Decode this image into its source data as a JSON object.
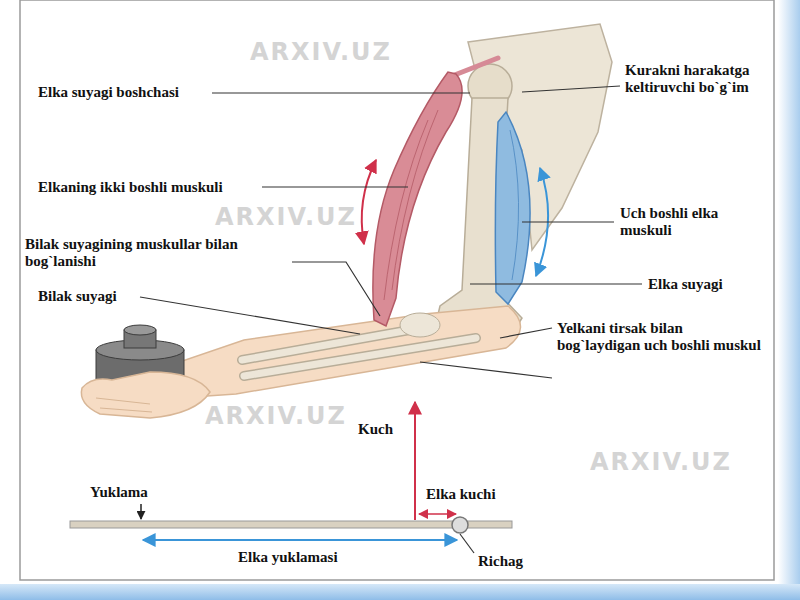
{
  "diagram": {
    "labels": [
      "Elka suyagi boshchasi",
      "Kurakni harakatga keltiruvchi bo`g`im",
      "Elkaning ikki boshli muskuli",
      "Uch boshli elka muskuli",
      "Bilak suyagining muskullar bilan bog`lanishi",
      "Bilak suyagi",
      "Elka suyagi",
      "Yelkani tirsak bilan bog`laydigan uch boshli muskul",
      "Kuch",
      "Yuklama",
      "Elka kuchi",
      "Elka yuklamasi",
      "Richag",
      "ARXIV.UZ",
      "ARXIV.UZ",
      "ARXIV.UZ",
      "ARXIV.UZ"
    ]
  }
}
